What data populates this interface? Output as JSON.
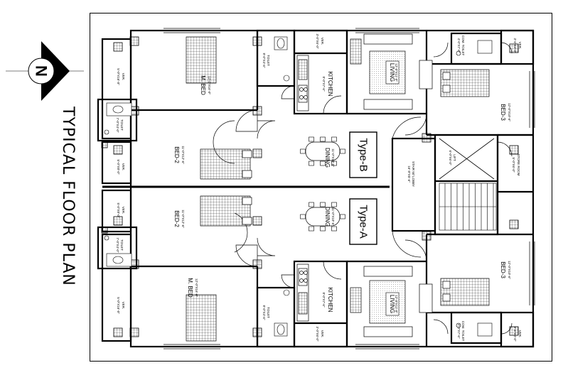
{
  "title": "TYPICAL FLOOR PLAN",
  "compass": {
    "letter": "N"
  },
  "types": {
    "b": "Type-B",
    "a": "Type-A"
  },
  "rooms": {
    "m_bed_top": {
      "name": "M. BED",
      "dim": "12'-0\"X16'-0\""
    },
    "m_bed_bottom": {
      "name": "M. BED",
      "dim": "12'-0\"X16'-0\""
    },
    "bed2_top": {
      "name": "BED-2",
      "dim": "11'-0\"X12'-6\""
    },
    "bed2_bottom": {
      "name": "BED-2",
      "dim": "11'-0\"X12'-6\""
    },
    "bed3_top": {
      "name": "BED-3",
      "dim": "12'-0\"X10'-6\""
    },
    "bed3_bottom": {
      "name": "BED-3",
      "dim": "12'-0\"X10'-6\""
    },
    "dining_top": {
      "name": "DINING",
      "dim": "11'-0\"X10'-6\""
    },
    "dining_bottom": {
      "name": "DINING",
      "dim": "11'-0\"X10'-6\""
    },
    "living_top": {
      "name": "LIVING",
      "dim": "12'-0\"X11'-0\""
    },
    "living_bottom": {
      "name": "LIVING",
      "dim": "12'-0\"X11'-0\""
    },
    "kitchen_top": {
      "name": "KITCHEN",
      "dim": "8'-0\"X7'-6\""
    },
    "kitchen_bottom": {
      "name": "KITCHEN",
      "dim": "8'-0\"X7'-6\""
    },
    "toilet_mb_top": {
      "name": "TOILET",
      "dim": "8'-0\"X4'-6\""
    },
    "toilet_mb_bottom": {
      "name": "TOILET",
      "dim": "8'-0\"X4'-6\""
    },
    "toilet_left_top": {
      "name": "TOILET",
      "dim": "7'-0\"X4'-0\""
    },
    "toilet_left_bottom": {
      "name": "TOILET",
      "dim": "7'-0\"X4'-0\""
    },
    "com_toilet_top": {
      "name": "COM. TOILET",
      "dim": "4'-0\"X7'-6\""
    },
    "com_toilet_bottom": {
      "name": "COM. TOILET",
      "dim": "4'-0\"X7'-6\""
    },
    "ver_mb_top": {
      "name": "VER.",
      "dim": "5'-0\"X16'-0\""
    },
    "ver_mb_bottom": {
      "name": "VER.",
      "dim": "5'-0\"X16'-0\""
    },
    "ver_bed2_top": {
      "name": "VER.",
      "dim": "5'-0\"X8'-0\""
    },
    "ver_bed2_bottom": {
      "name": "VER.",
      "dim": "5'-0\"X8'-0\""
    },
    "ver_kitchen_top": {
      "name": "VER.",
      "dim": "3'-0\"X6'-0\""
    },
    "ver_kitchen_bottom": {
      "name": "VER.",
      "dim": "3'-0\"X6'-0\""
    },
    "ver_right_top": {
      "name": "VER.",
      "dim": "3'-6\"X4'-0\""
    },
    "ver_right_bottom": {
      "name": "VER.",
      "dim": "3'-6\"X4'-0\""
    },
    "lift": {
      "name": "LIFT",
      "dim": "6'-0\"X6'-0\""
    },
    "store_room": {
      "name": "STORE ROOM",
      "dim": "5'-0\"X6'-0\""
    },
    "stair_lobby": {
      "name": "STAIR W/ LOBBY",
      "dim": "16'-0\"X5'-6\""
    }
  }
}
